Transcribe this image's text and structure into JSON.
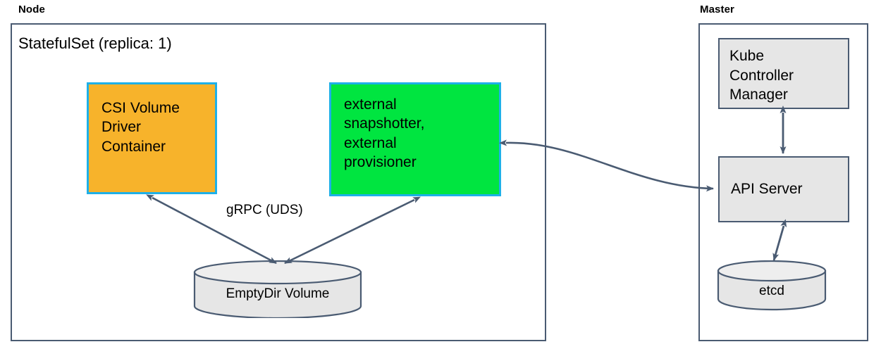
{
  "diagram": {
    "title_node": "Node",
    "title_master": "Master",
    "statefulset_label": "StatefulSet (replica: 1)",
    "edge_label_grpc": "gRPC (UDS)"
  },
  "node_group": {
    "label": "Node",
    "components": [
      {
        "id": "csi-volume-driver-container",
        "label": "CSI Volume\nDriver\nContainer",
        "fill": "#f7b32b",
        "stroke": "#1eb0e8"
      },
      {
        "id": "external-snapshotter-provisioner",
        "label": "external\nsnapshotter,\nexternal\nprovisioner",
        "fill": "#00e540",
        "stroke": "#1eb0e8"
      }
    ],
    "storage": {
      "id": "emptydir-volume",
      "label": "EmptyDir Volume",
      "fill": "#e6e6e6",
      "stroke": "#4a5b72"
    }
  },
  "master_group": {
    "label": "Master",
    "components": [
      {
        "id": "kube-controller-manager",
        "label": "Kube\nController\nManager",
        "fill": "#e6e6e6",
        "stroke": "#4a5b72"
      },
      {
        "id": "api-server",
        "label": "API Server",
        "fill": "#e6e6e6",
        "stroke": "#4a5b72"
      }
    ],
    "storage": {
      "id": "etcd",
      "label": "etcd",
      "fill": "#e6e6e6",
      "stroke": "#4a5b72"
    }
  },
  "connections": [
    {
      "id": "driver-to-volume",
      "from": "csi-volume-driver-container",
      "to": "emptydir-volume",
      "label": "gRPC (UDS)",
      "arrowheads": "both"
    },
    {
      "id": "snapshotter-to-volume",
      "from": "external-snapshotter-provisioner",
      "to": "emptydir-volume",
      "label": "",
      "arrowheads": "both"
    },
    {
      "id": "snapshotter-to-api-server",
      "from": "external-snapshotter-provisioner",
      "to": "api-server",
      "label": "",
      "arrowheads": "both"
    },
    {
      "id": "kcm-to-api-server",
      "from": "kube-controller-manager",
      "to": "api-server",
      "label": "",
      "arrowheads": "both"
    },
    {
      "id": "api-server-to-etcd",
      "from": "api-server",
      "to": "etcd",
      "label": "",
      "arrowheads": "both"
    }
  ],
  "colors": {
    "arrow": "#4a5b72",
    "box_border": "#4a5b72",
    "accent_cyan": "#1eb0e8",
    "accent_orange": "#f7b32b",
    "accent_green": "#00e540",
    "gray_fill": "#e6e6e6"
  }
}
